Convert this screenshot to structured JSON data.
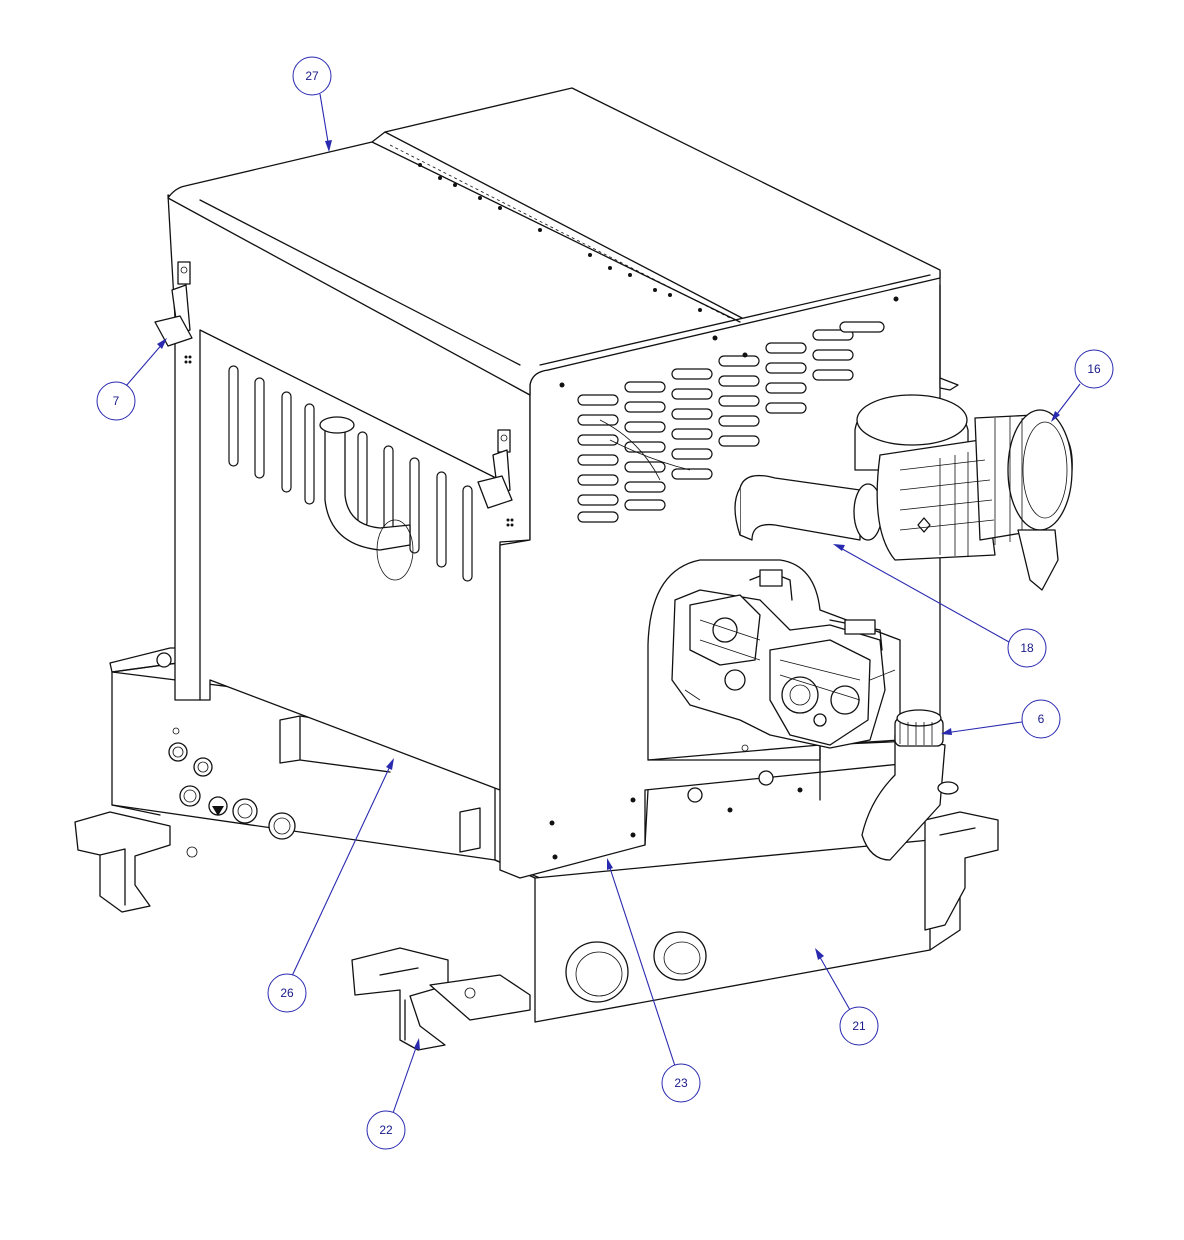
{
  "callouts": [
    {
      "label": "27"
    },
    {
      "label": "7"
    },
    {
      "label": "16"
    },
    {
      "label": "18"
    },
    {
      "label": "6"
    },
    {
      "label": "26"
    },
    {
      "label": "21"
    },
    {
      "label": "23"
    },
    {
      "label": "22"
    }
  ],
  "colors": {
    "balloon": "#2a2ab0",
    "line": "#111111",
    "background": "#ffffff"
  }
}
